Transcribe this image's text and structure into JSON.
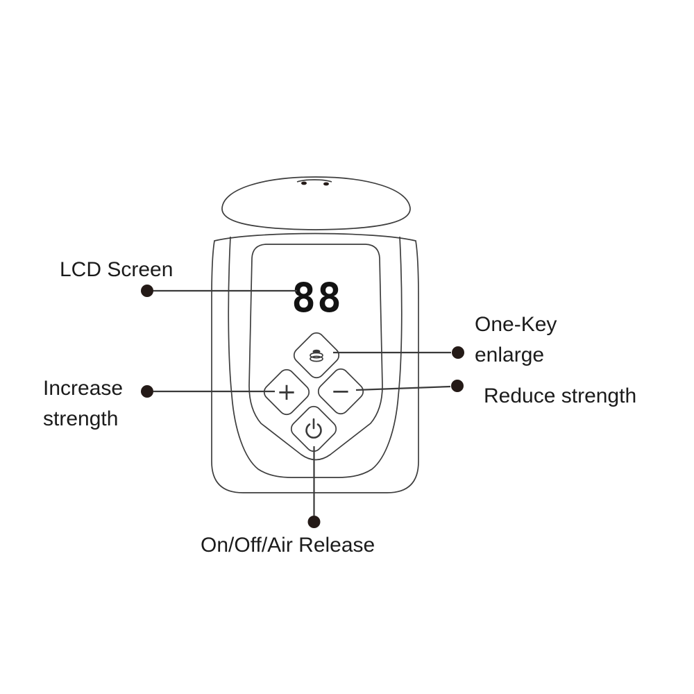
{
  "page": {
    "background": "#ffffff"
  },
  "device": {
    "display_value": "88",
    "buttons": {
      "enlarge": {
        "icon": "one-key-enlarge-icon"
      },
      "increase": {
        "icon": "plus-icon",
        "symbol": "+"
      },
      "reduce": {
        "icon": "minus-icon",
        "symbol": "−"
      },
      "power": {
        "icon": "power-icon"
      }
    }
  },
  "labels": {
    "lcd_screen": "LCD Screen",
    "one_key_line1": "One-Key",
    "one_key_line2": "enlarge",
    "increase_line1": "Increase",
    "increase_line2": "strength",
    "reduce_strength": "Reduce strength",
    "on_off": "On/Off/Air Release"
  },
  "colors": {
    "outline": "#3d3d3d",
    "leader_line": "#3a3a3a",
    "dot": "#241a17",
    "text": "#1b1b1b"
  }
}
